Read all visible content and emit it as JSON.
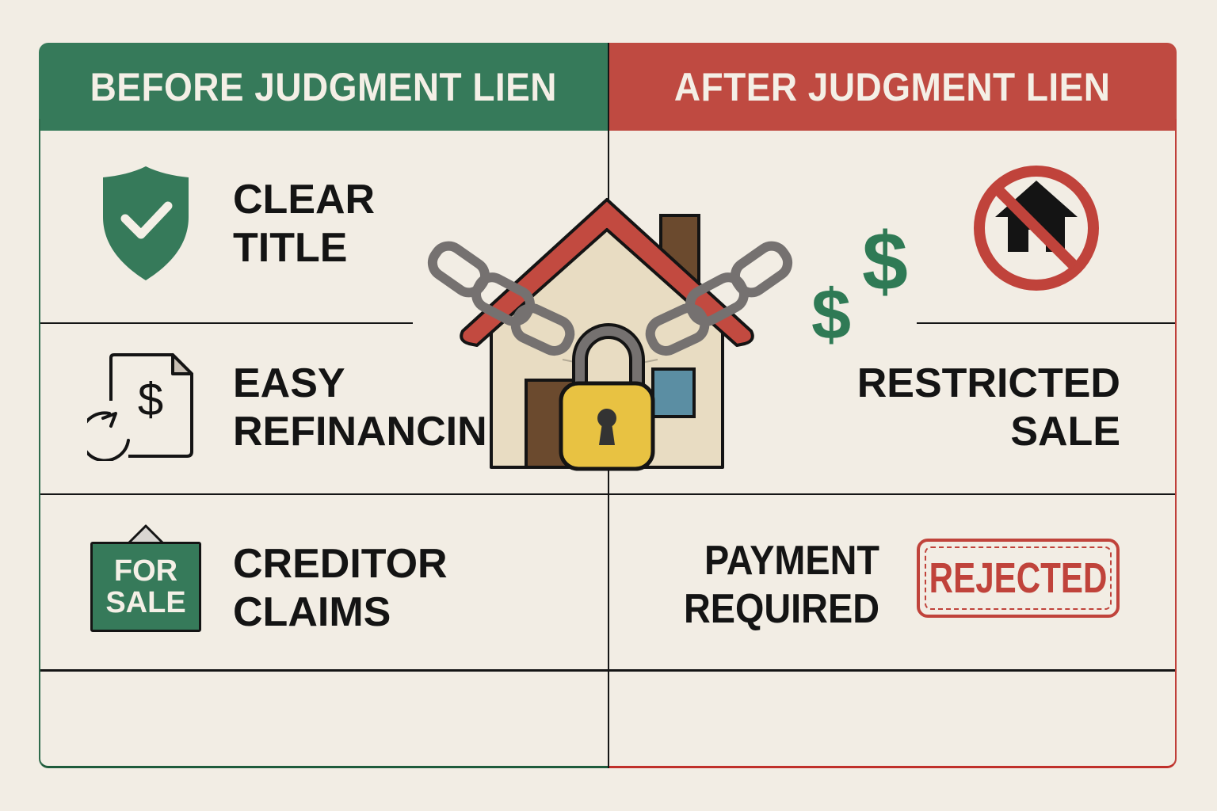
{
  "colors": {
    "background": "#f2ede4",
    "before_header": "#367a5a",
    "after_header": "#bf4a41",
    "text_dark": "#141414",
    "roof_red": "#c24a40",
    "lock_yellow": "#e8c242",
    "chain_gray": "#757170",
    "window_blue": "#5b8ea3",
    "door_brown": "#6b4a2e",
    "wall_beige": "#e8dcc2"
  },
  "before": {
    "header": "BEFORE JUDGMENT LIEN",
    "items": [
      {
        "icon": "shield-check-icon",
        "lines": [
          "CLEAR",
          "TITLE"
        ]
      },
      {
        "icon": "refinance-document-icon",
        "lines": [
          "EASY",
          "REFINANCIN"
        ]
      },
      {
        "icon": "for-sale-sign-icon",
        "sign_lines": [
          "FOR",
          "SALE"
        ],
        "lines": [
          "CREDITOR",
          "CLAIMS"
        ]
      }
    ]
  },
  "after": {
    "header": "AFTER JUDGMENT LIEN",
    "items": [
      {
        "icon": "no-house-icon",
        "lines": []
      },
      {
        "icon": "dollar-signs-icon",
        "lines": [
          "RESTRICTED",
          "SALE"
        ],
        "dollar_glyph": "$"
      },
      {
        "icon": "rejected-stamp-icon",
        "stamp_text": "REJECTED",
        "lines": [
          "PAYMENT",
          "REQUIRED"
        ]
      }
    ]
  },
  "center": {
    "icon": "chained-locked-house-icon"
  }
}
